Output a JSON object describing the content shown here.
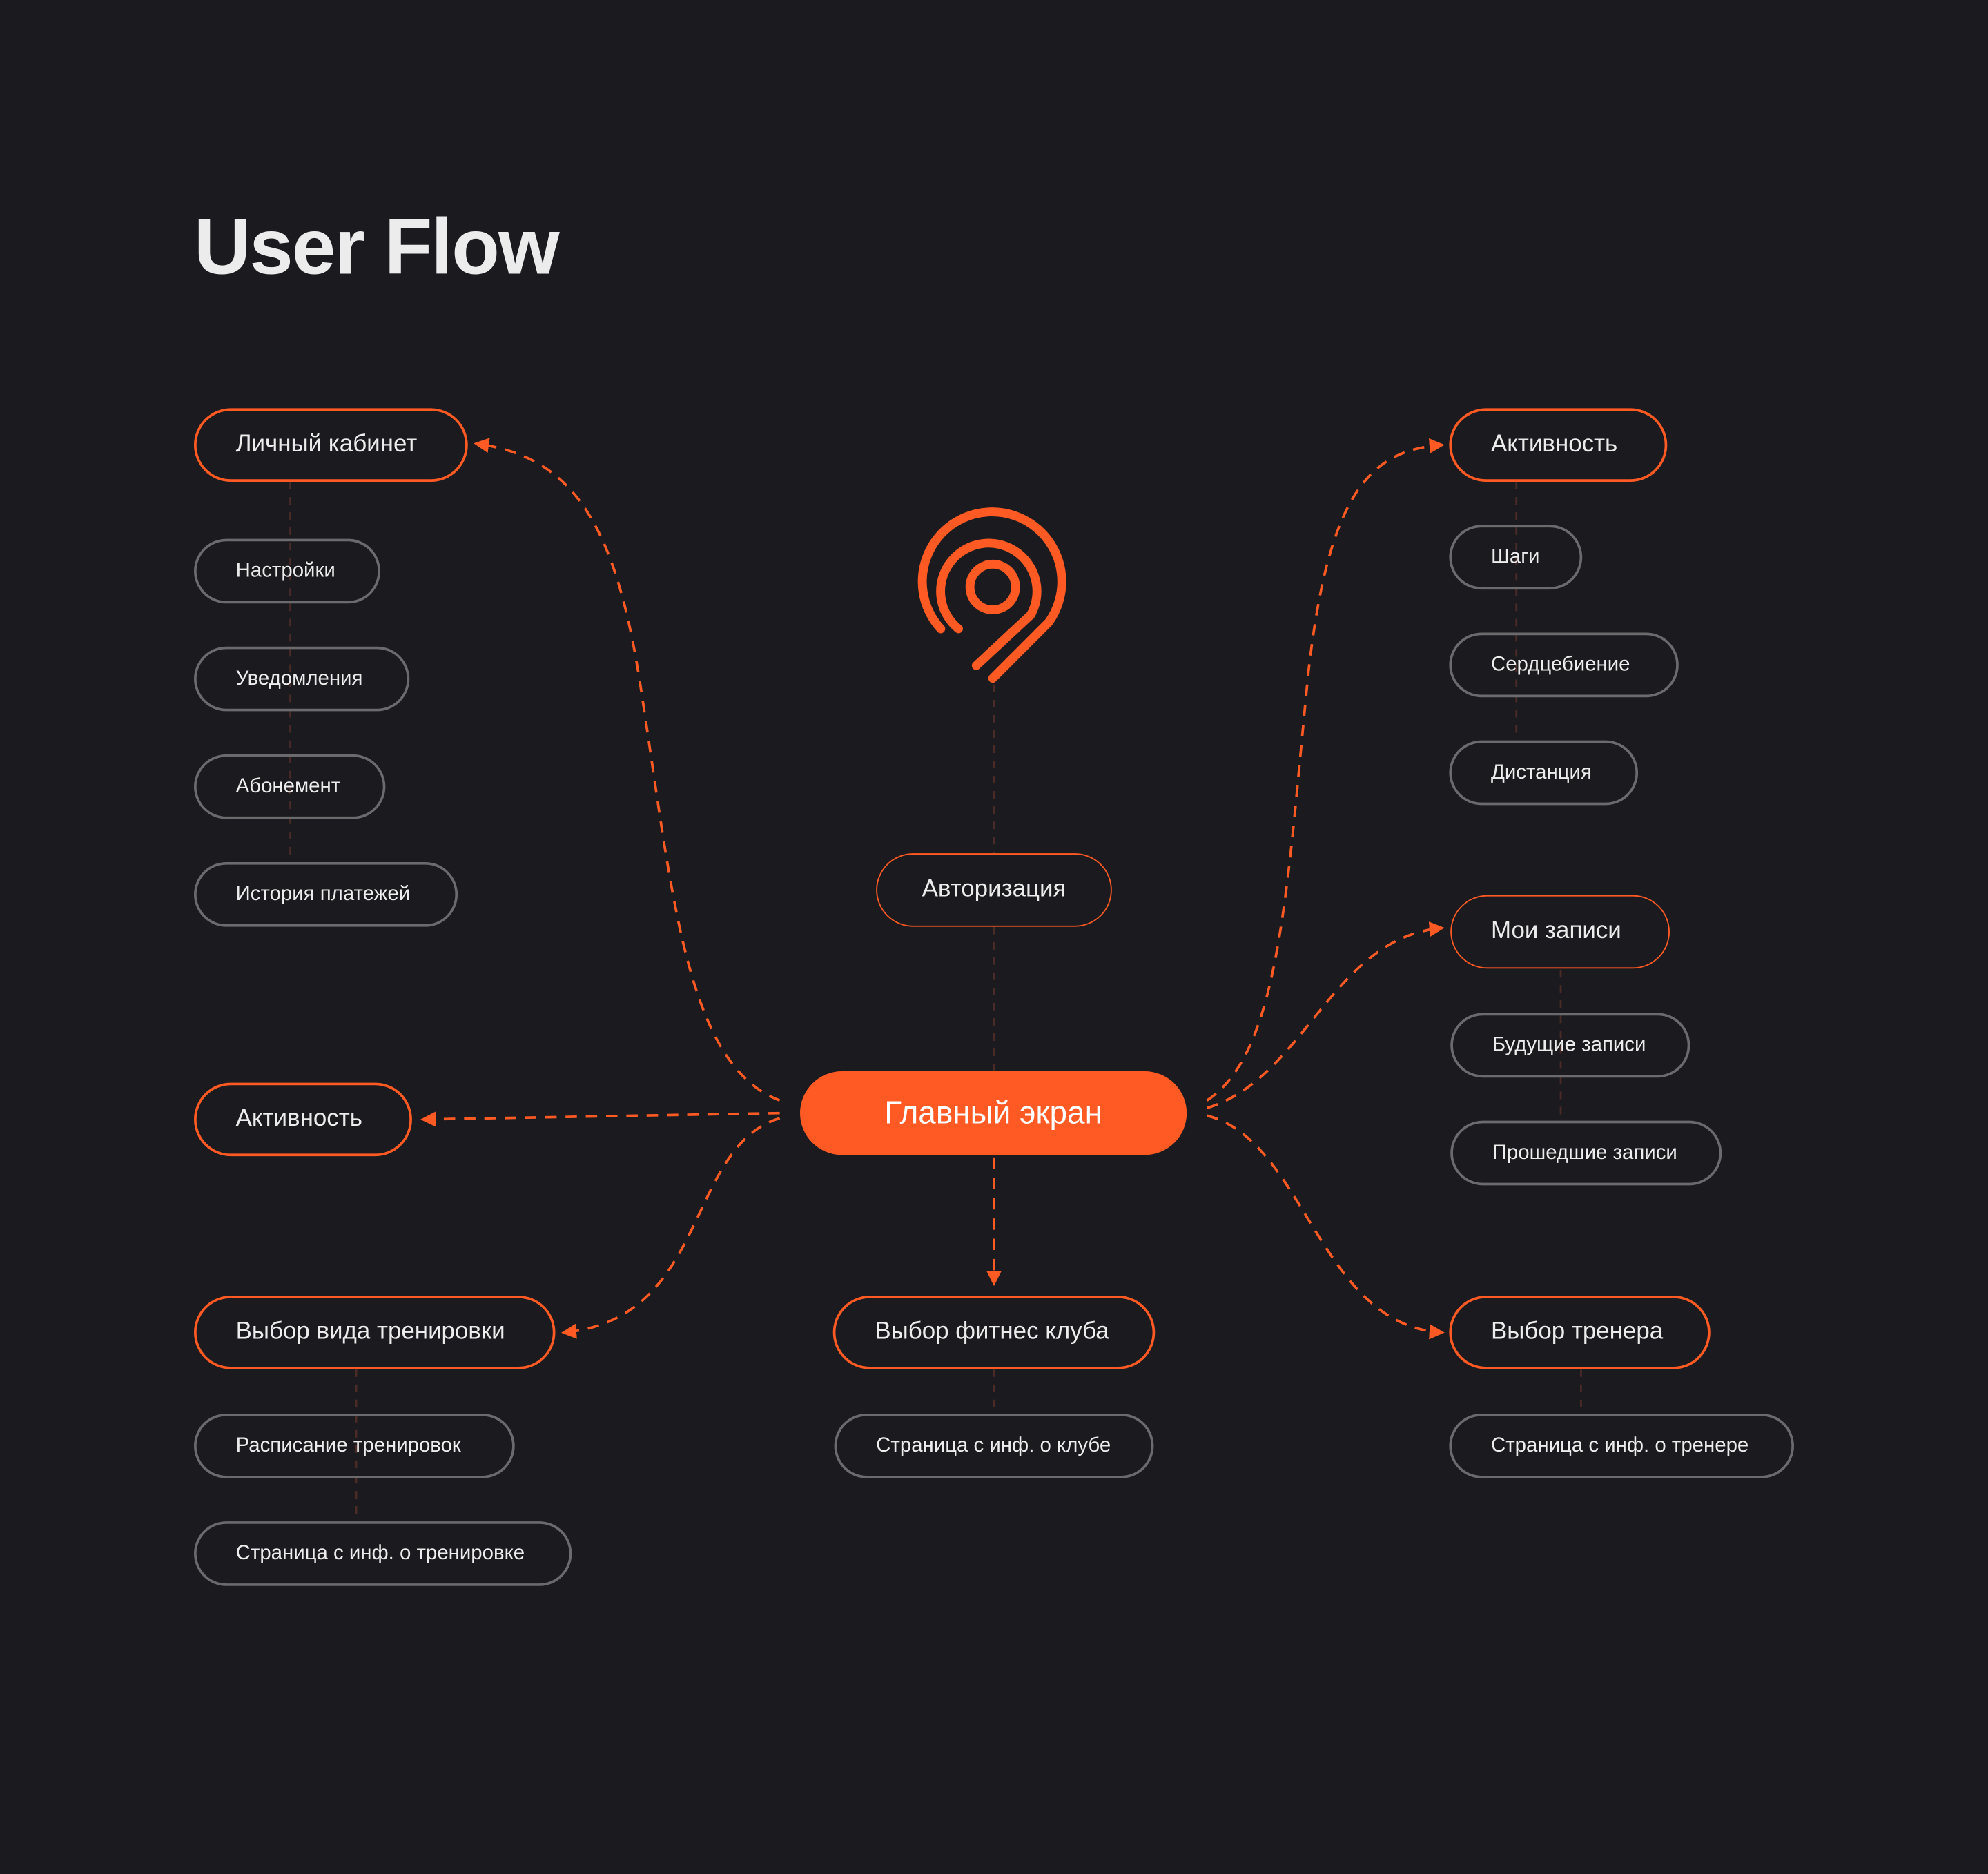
{
  "title": "User Flow",
  "colors": {
    "background": "#1b1b1f",
    "accent": "#ff5a24",
    "secondary_border": "#6b6b6e"
  },
  "center": {
    "logo": "location-pin-logo",
    "auth": "Авторизация",
    "main": "Главный экран",
    "club": "Выбор фитнес клуба",
    "club_page": "Страница с инф. о клубе"
  },
  "left": {
    "account": "Личный кабинет",
    "account_items": [
      "Настройки",
      "Уведомления",
      "Абонемент",
      "История платежей"
    ],
    "activity": "Активность",
    "workout": "Выбор вида тренировки",
    "workout_items": [
      "Расписание тренировок",
      "Страница с инф. о тренировке"
    ]
  },
  "right": {
    "activity": "Активность",
    "activity_items": [
      "Шаги",
      "Сердцебиение",
      "Дистанция"
    ],
    "bookings": "Мои записи",
    "bookings_items": [
      "Будущие записи",
      "Прошедшие записи"
    ],
    "trainer": "Выбор тренера",
    "trainer_page": "Страница с инф. о тренере"
  }
}
